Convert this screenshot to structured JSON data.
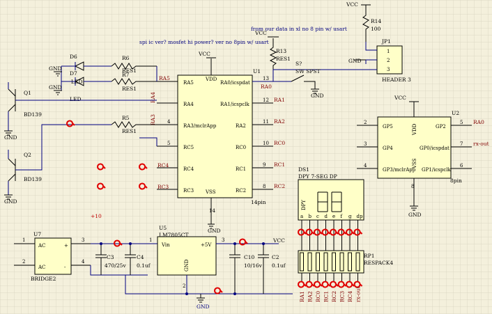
{
  "notes": {
    "left": "spi ic ver?  mosfet hi power? ver  no 8pin w/ usart",
    "right": "from our data in xl  no 8 pin w/ usart"
  },
  "power": {
    "vcc": "VCC",
    "gnd": "GND"
  },
  "u1": {
    "ref": "U1",
    "pkg": "14pin",
    "pins_left": [
      "RA5",
      "RA4",
      "RA3/mclrApp",
      "RC5",
      "RC4",
      "RC3"
    ],
    "pins_right": [
      "RA0/icspdat",
      "RA1/icspclk",
      "RA2",
      "RC0",
      "RC1",
      "RC2"
    ],
    "pin_nums_left": [
      "",
      "",
      "4",
      "5",
      "",
      ""
    ],
    "pin_nums_right": [
      "13",
      "12",
      "11",
      "10",
      "9",
      "8"
    ],
    "vdd": "VDD",
    "vss": "VSS",
    "vss_pin": "14",
    "net_right": [
      "RA1",
      "RA2",
      "RC0",
      "RC1",
      "RC2"
    ],
    "net_left": [
      "RA5",
      "RA4",
      "RA3",
      "RC4",
      "RC3"
    ]
  },
  "u2": {
    "ref": "U2",
    "pkg": "8pin",
    "pins_left": [
      "GP5",
      "GP4",
      "GP3/mclrApp"
    ],
    "pins_right": [
      "GP2",
      "GP0/icspdat",
      "GP1/icspclk"
    ],
    "num_left": [
      "2",
      "3",
      "4"
    ],
    "num_right": [
      "5",
      "7",
      "6"
    ],
    "vdd": "VDD",
    "vss": "VSS",
    "bottom_num": "8",
    "net_right": [
      "RA0",
      "rx-out"
    ]
  },
  "u5": {
    "ref": "U5",
    "part": "LM7805CT",
    "vin": "Vin",
    "vout": "+5V",
    "gnd": "GND",
    "pin1": "1",
    "pin3": "3",
    "pin2": "2"
  },
  "u7": {
    "ref": "U7",
    "part": "BRIDGE2",
    "ac1": "AC",
    "ac2": "AC",
    "plus": "+",
    "minus": "-",
    "p1": "1",
    "p2": "2",
    "p3": "3",
    "p4": "4"
  },
  "caps": [
    {
      "ref": "C3",
      "val": "470/25v"
    },
    {
      "ref": "C4",
      "val": "0.1uf"
    },
    {
      "ref": "C10",
      "val": "10/16v"
    },
    {
      "ref": "C2",
      "val": "0.1uf"
    }
  ],
  "transistors": [
    {
      "ref": "Q1",
      "part": "BD139"
    },
    {
      "ref": "Q2",
      "part": "BD139"
    }
  ],
  "leds": [
    {
      "ref": "D6",
      "part": "LED"
    },
    {
      "ref": "D7",
      "part": "LED"
    }
  ],
  "resistors": [
    {
      "ref": "R6",
      "val": "RES1"
    },
    {
      "ref": "R7",
      "val": "RES1"
    },
    {
      "ref": "R5",
      "val": "RES1"
    },
    {
      "ref": "R13",
      "val": "RES1"
    },
    {
      "ref": "R14",
      "val": "100"
    }
  ],
  "switch": {
    "ref": "S?",
    "part": "SW SPST"
  },
  "header": {
    "ref": "JP1",
    "part": "HEADER 3",
    "pins": [
      "1",
      "2",
      "3"
    ]
  },
  "display": {
    "ref": "DS1",
    "part": "DPY 7-SEG DP",
    "label": "DPY",
    "segs": [
      "a",
      "b",
      "c",
      "d",
      "e",
      "f",
      "g",
      "dp"
    ],
    "nets": [
      "RA1",
      "RA2",
      "RC0",
      "RC1",
      "RC2",
      "RC3",
      "RC4",
      "rx-out"
    ]
  },
  "rpack": {
    "ref": "RP1",
    "part": "RESPACK4"
  },
  "misc": {
    "plus10": "+10",
    "ra0_label": "RA0"
  }
}
